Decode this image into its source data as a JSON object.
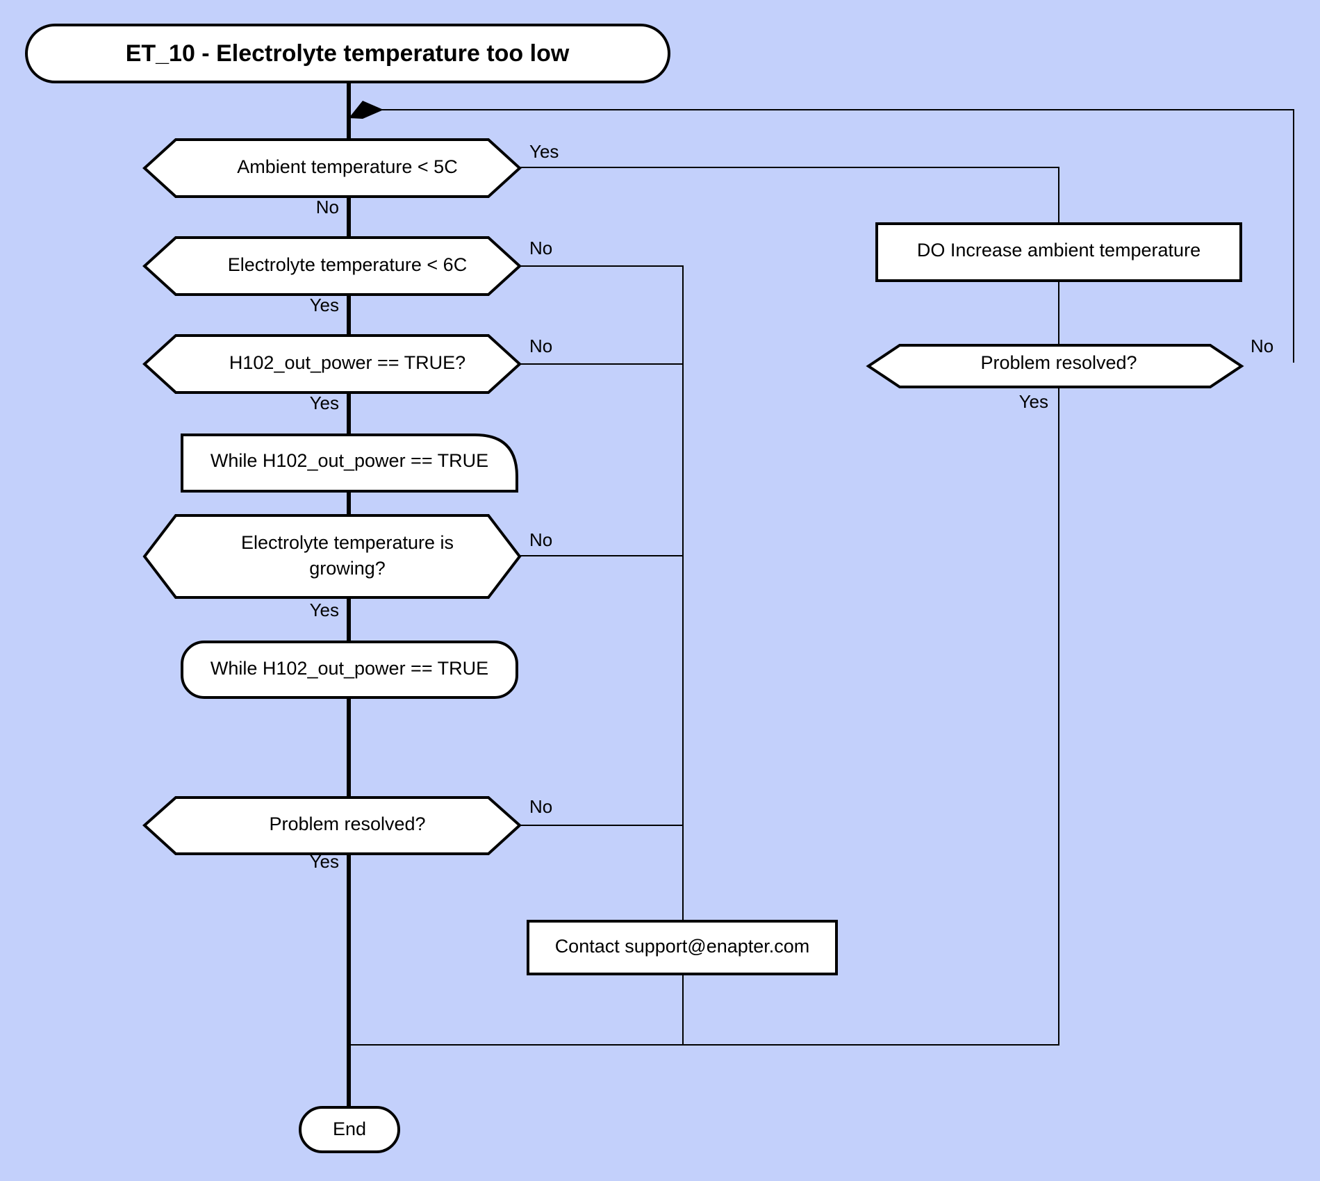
{
  "diagram": {
    "title": "ET_10 - Electrolyte temperature too low",
    "background_color": "#c3d0fb",
    "node_fill": "#ffffff",
    "stroke_color": "#000000",
    "type": "flowchart"
  },
  "nodes": {
    "start": {
      "label": "ET_10 - Electrolyte temperature too low",
      "shape": "rounded-terminator"
    },
    "d_ambient": {
      "label": "Ambient temperature < 5C",
      "shape": "hexagon"
    },
    "d_electrolyte": {
      "label": "Electrolyte temperature < 6C",
      "shape": "hexagon"
    },
    "d_h102": {
      "label": "H102_out_power == TRUE?",
      "shape": "hexagon"
    },
    "p_while1": {
      "label": "While H102_out_power == TRUE",
      "shape": "rounded-top-rect"
    },
    "d_growing_line1": {
      "label": "Electrolyte temperature is",
      "shape": "hexagon"
    },
    "d_growing_line2": {
      "label": "growing?",
      "shape": "hexagon"
    },
    "p_while2": {
      "label": "While H102_out_power == TRUE",
      "shape": "rounded-rect"
    },
    "d_resolved_left": {
      "label": "Problem resolved?",
      "shape": "hexagon"
    },
    "p_do_increase": {
      "label": "DO Increase ambient temperature",
      "shape": "rect"
    },
    "d_resolved_right": {
      "label": "Problem resolved?",
      "shape": "hexagon"
    },
    "p_contact": {
      "label": "Contact support@enapter.com",
      "shape": "rect"
    },
    "end": {
      "label": "End",
      "shape": "rounded-terminator"
    }
  },
  "edge_labels": {
    "ambient_yes": "Yes",
    "ambient_no": "No",
    "electrolyte_no": "No",
    "electrolyte_yes": "Yes",
    "h102_no": "No",
    "h102_yes": "Yes",
    "growing_no": "No",
    "growing_yes": "Yes",
    "resolved_left_no": "No",
    "resolved_left_yes": "Yes",
    "resolved_right_no": "No",
    "resolved_right_yes": "Yes"
  }
}
